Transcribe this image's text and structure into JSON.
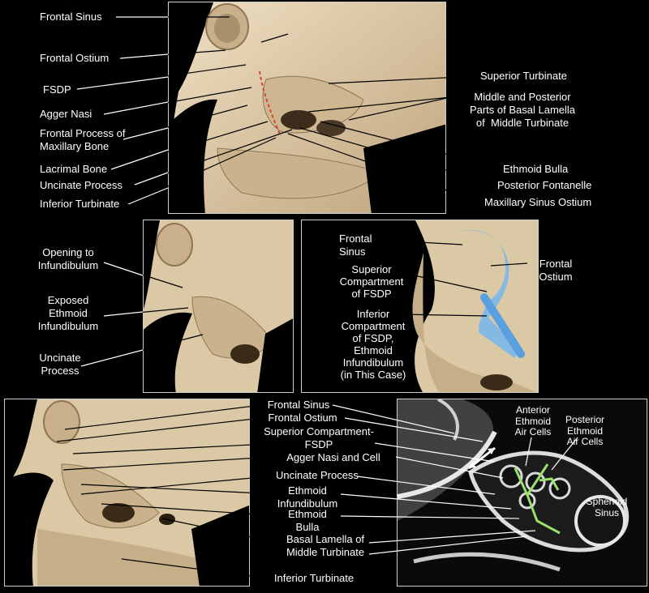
{
  "colors": {
    "bone": "#ddc7a2",
    "bone_shadow": "#a58d69",
    "fsdp_blue": "#74b6ee",
    "uncinate_red": "#d8403b",
    "ct_path": "#9be06a"
  },
  "panel_top": {
    "frontal_sinus": "Frontal Sinus",
    "frontal_ostium": "Frontal Ostium",
    "fsdp": "FSDP",
    "agger_nasi": "Agger Nasi",
    "frontal_process": "Frontal Process of\nMaxillary Bone",
    "lacrimal_bone": "Lacrimal Bone",
    "uncinate_process": "Uncinate Process",
    "inferior_turbinate": "Inferior Turbinate",
    "superior_turbinate": "Superior Turbinate",
    "basal_lamella": "Middle and Posterior\nParts of Basal Lamella\nof  Middle Turbinate",
    "ethmoid_bulla": "Ethmoid Bulla",
    "posterior_fontanelle": "Posterior Fontanelle",
    "maxillary_sinus_ostium": "Maxillary Sinus Ostium"
  },
  "panel_mid_left": {
    "opening": "Opening to\nInfundibulum",
    "exposed": "Exposed\nEthmoid\nInfundibulum",
    "uncinate": "Uncinate\nProcess"
  },
  "panel_mid_right": {
    "frontal_sinus": "Frontal\nSinus",
    "superior_compartment": "Superior\nCompartment\nof FSDP",
    "inferior_compartment": "Inferior\nCompartment\nof FSDP,\nEthmoid\nInfundibulum\n(in This Case)",
    "frontal_ostium": "Frontal\nOstium"
  },
  "panel_bottom": {
    "frontal_sinus": "Frontal Sinus",
    "frontal_ostium": "Frontal Ostium",
    "superior_compartment": "Superior Compartment-\nFSDP",
    "agger_nasi_cell": "Agger Nasi and Cell",
    "uncinate_process": "Uncinate Process",
    "ethmoid_infundibulum": "Ethmoid\nInfundibulum",
    "ethmoid_bulla": "Ethmoid\nBulla",
    "basal_lamella": "Basal Lamella of\nMiddle Turbinate",
    "inferior_turbinate": "Inferior Turbinate"
  },
  "panel_ct": {
    "anterior_ethmoid": "Anterior\nEthmoid\nAir Cells",
    "posterior_ethmoid": "Posterior\nEthmoid\nAir Cells",
    "sphenoid_sinus": "Sphenoid\nSinus"
  }
}
